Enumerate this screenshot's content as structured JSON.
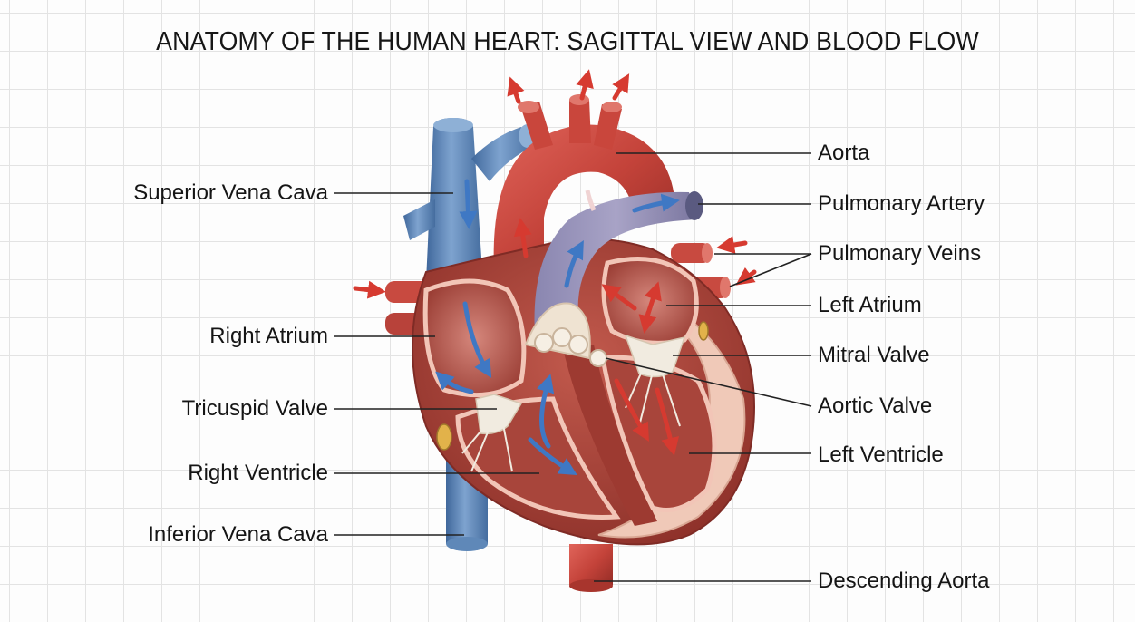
{
  "title": "ANATOMY OF THE HUMAN HEART: SAGITTAL VIEW AND BLOOD FLOW",
  "labels": {
    "superior_vena_cava": "Superior Vena Cava",
    "right_atrium": "Right Atrium",
    "tricuspid_valve": "Tricuspid Valve",
    "right_ventricle": "Right Ventricle",
    "inferior_vena_cava": "Inferior Vena Cava",
    "aorta": "Aorta",
    "pulmonary_artery": "Pulmonary Artery",
    "pulmonary_veins": "Pulmonary Veins",
    "left_atrium": "Left Atrium",
    "mitral_valve": "Mitral Valve",
    "aortic_valve": "Aortic Valve",
    "left_ventricle": "Left Ventricle",
    "descending_aorta": "Descending Aorta"
  },
  "colors": {
    "oxygenated": "#c8473d",
    "deoxygenated": "#5b86b8",
    "muscle": "#b9453d",
    "pericardium": "#f0c9b8",
    "valve": "#f1ebe0",
    "flow_arrow_blue": "#3f78c4",
    "flow_arrow_red": "#d63a30"
  }
}
